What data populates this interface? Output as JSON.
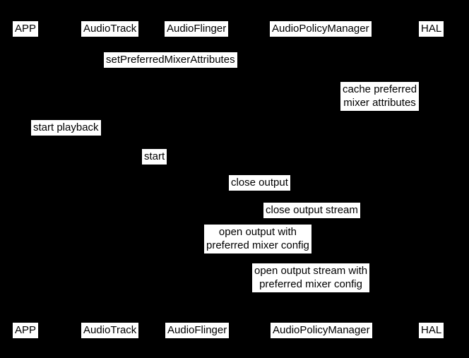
{
  "diagram_type": "sequence-diagram",
  "participants": {
    "top": [
      "APP",
      "AudioTrack",
      "AudioFlinger",
      "AudioPolicyManager",
      "HAL"
    ],
    "bottom": [
      "APP",
      "AudioTrack",
      "AudioFlinger",
      "AudioPolicyManager",
      "HAL"
    ]
  },
  "messages": {
    "set_preferred_mixer_attributes": "setPreferredMixerAttributes",
    "cache_preferred_mixer_attributes": "cache preferred\nmixer attributes",
    "start_playback": "start playback",
    "start": "start",
    "close_output": "close output",
    "close_output_stream": "close output stream",
    "open_output_with_preferred_mixer_config": "open output with\npreferred mixer config",
    "open_output_stream_with_preferred_mixer_config": "open output stream with\npreferred mixer config"
  },
  "colors": {
    "background": "#000000",
    "label_background": "#ffffff",
    "label_text": "#000000"
  }
}
